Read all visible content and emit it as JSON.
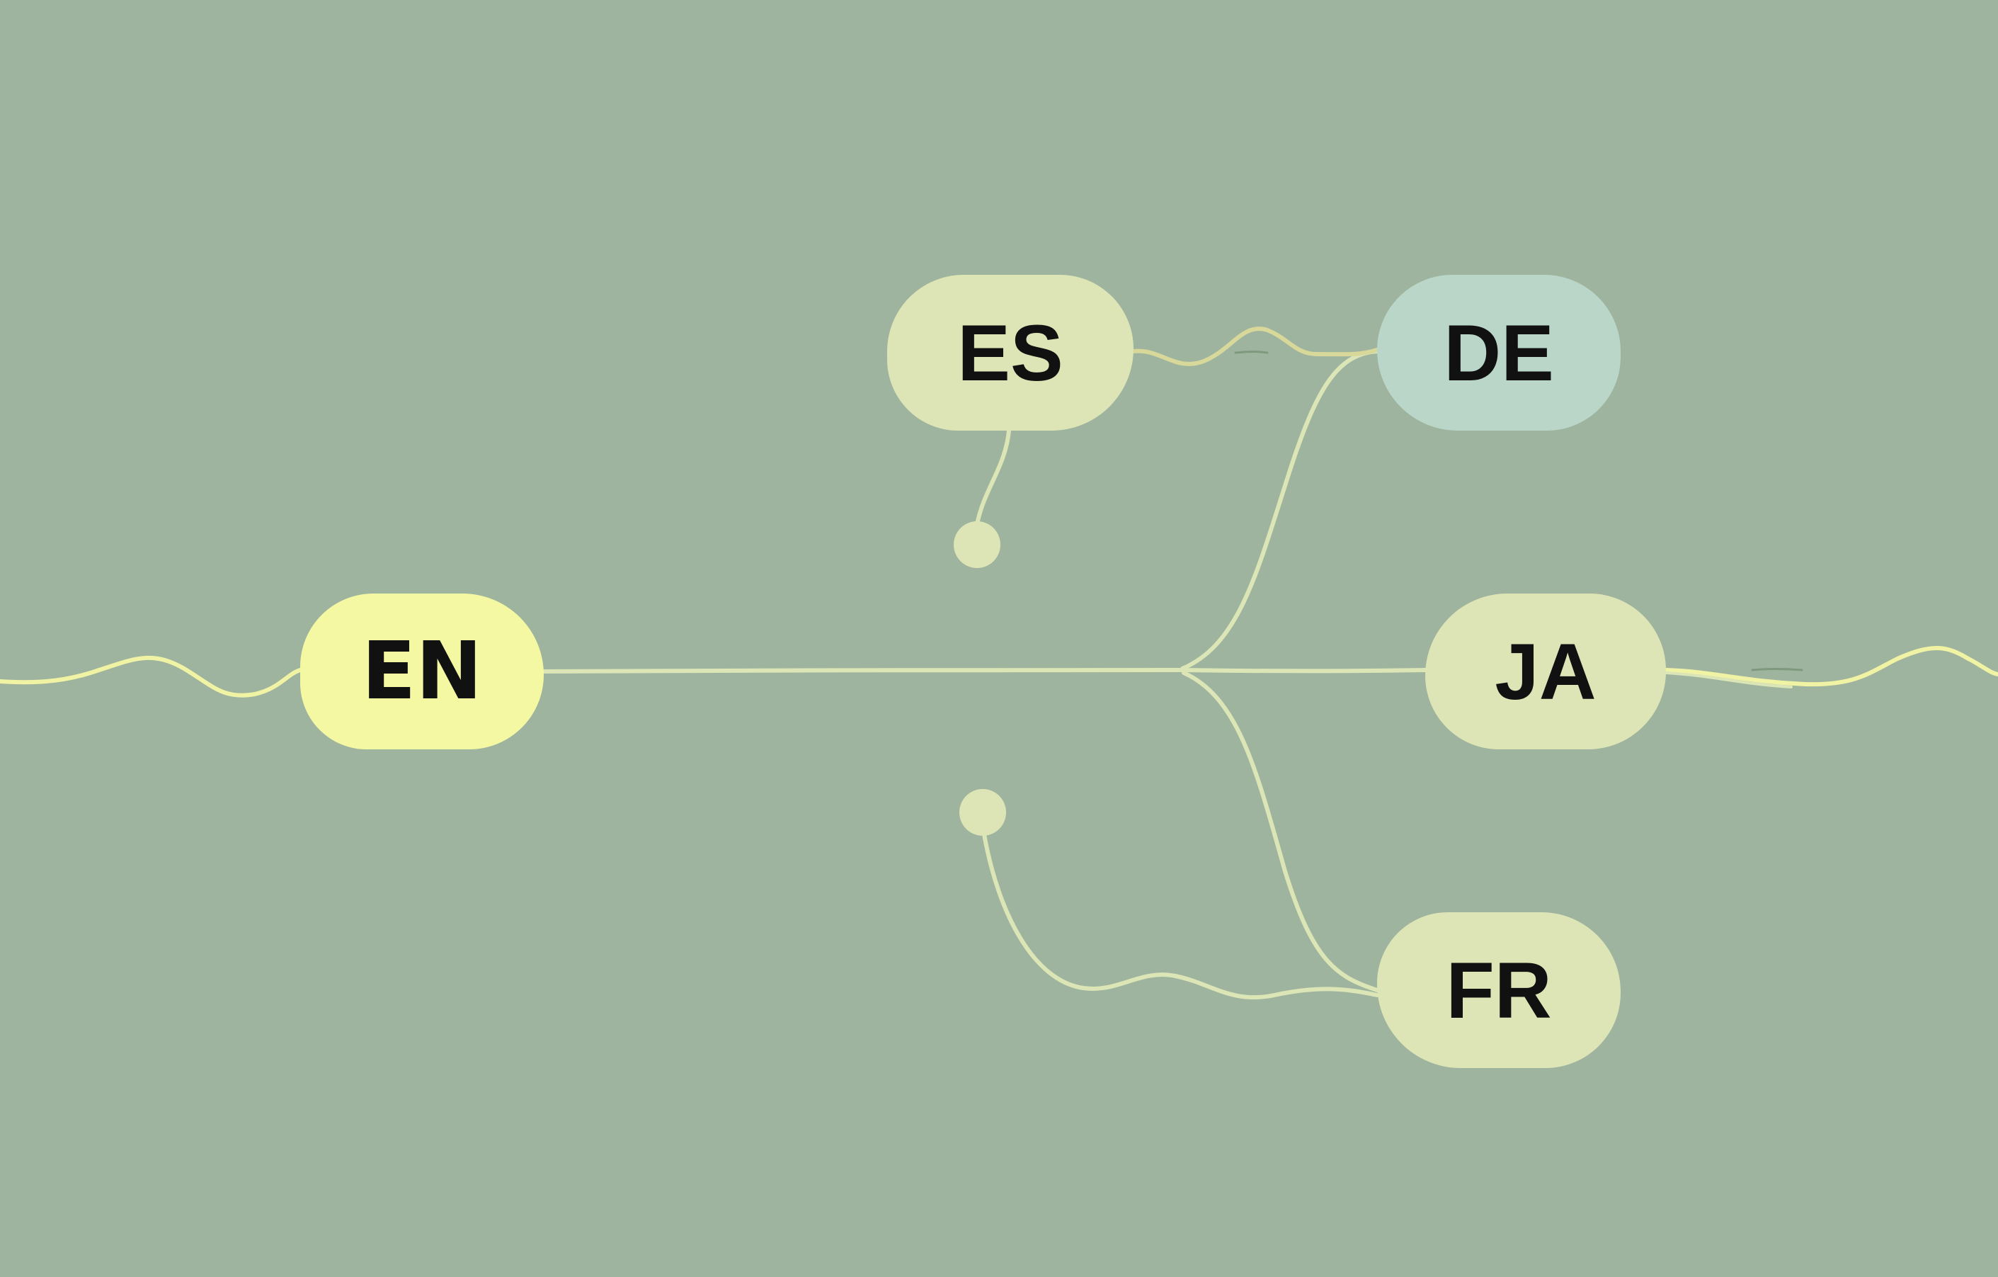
{
  "colors": {
    "background": "#9eb49e",
    "line": "#dbe5b6",
    "line_highlight": "#f1f3a4",
    "line_es_de": "#d8d89a",
    "node_default": "#dde5b6",
    "node_source": "#f5f8a2",
    "node_selected": "#b9d6c8",
    "text": "#111111"
  },
  "nodes": {
    "en": {
      "label": "EN",
      "role": "source"
    },
    "es": {
      "label": "ES",
      "role": "default"
    },
    "de": {
      "label": "DE",
      "role": "selected"
    },
    "ja": {
      "label": "JA",
      "role": "default"
    },
    "fr": {
      "label": "FR",
      "role": "default"
    }
  },
  "edges": [
    {
      "from": "EN",
      "to": "JA"
    },
    {
      "from": "EN",
      "to": "DE"
    },
    {
      "from": "EN",
      "to": "FR"
    },
    {
      "from": "ES",
      "to": "DE"
    }
  ]
}
